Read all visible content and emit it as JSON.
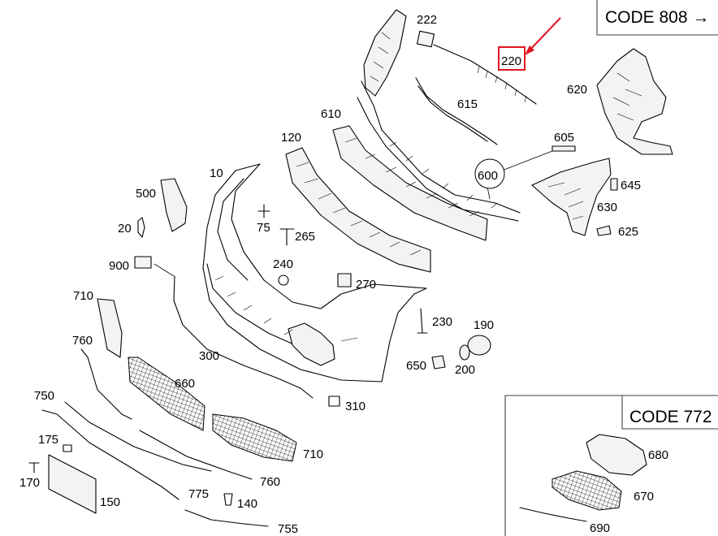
{
  "highlight": {
    "part": "220",
    "color": "#e0141e"
  },
  "code_boxes": [
    {
      "id": "808",
      "text": "CODE 808 →"
    },
    {
      "id": "772",
      "text": "CODE 772"
    }
  ],
  "labels": [
    "222",
    "220",
    "615",
    "620",
    "610",
    "605",
    "120",
    "600",
    "645",
    "10",
    "630",
    "500",
    "625",
    "75",
    "20",
    "265",
    "900",
    "240",
    "270",
    "710",
    "230",
    "190",
    "760",
    "300",
    "650",
    "200",
    "660",
    "750",
    "310",
    "710",
    "175",
    "760",
    "170",
    "775",
    "140",
    "150",
    "755",
    "680",
    "670",
    "690"
  ]
}
